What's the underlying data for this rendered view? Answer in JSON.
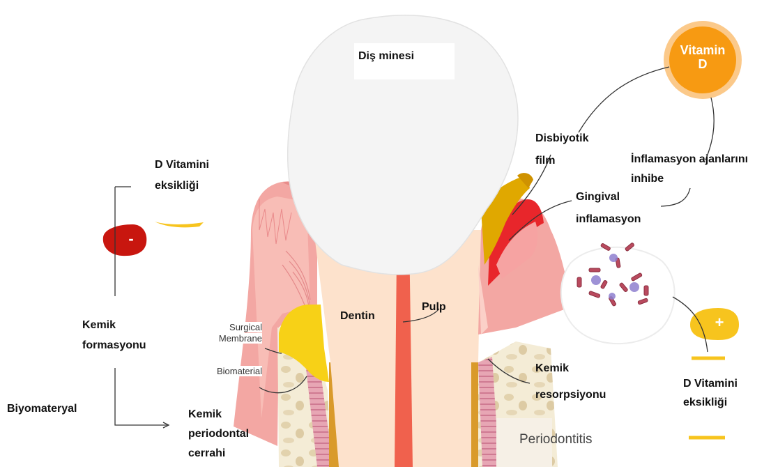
{
  "labels": {
    "enamel": "Diş minesi",
    "dentin": "Dentin",
    "pulp": "Pulp",
    "disbiyotik_1": "Disbiyotik",
    "disbiyotik_2": "film",
    "vitamin_1": "Vitamin",
    "vitamin_2": "D",
    "inflam_agents_1": "İnflamasyon ajanlarını",
    "inflam_agents_2": "inhibe",
    "gingival_1": "Gingival",
    "gingival_2": "inflamasyon",
    "kemik_res_1": "Kemik",
    "kemik_res_2": "resorpsiyonu",
    "dvit_left_1": "D Vitamini",
    "dvit_left_2": "eksikliği",
    "dvit_right_1": "D Vitamini",
    "dvit_right_2": "eksikliği",
    "kemik_form_1": "Kemik",
    "kemik_form_2": "formasyonu",
    "biyomateryal": "Biyomateryal",
    "kemik_perio_1": "Kemik",
    "kemik_perio_2": "periodontal",
    "kemik_perio_3": "cerrahi",
    "surgical_1": "Surgical",
    "surgical_2": "Membrane",
    "biomaterial": "Biomaterial",
    "periodontitis": "Periodontitis",
    "minus_sign": "-",
    "plus_sign": "+"
  },
  "colors": {
    "gum": "#f3a7a3",
    "gum_dark": "#e98c8a",
    "gum_inner": "#fbd0c8",
    "tooth_root": "#fde2cc",
    "enamel": "#f4f4f4",
    "pulp": "#f0614d",
    "bone": "#eee3c6",
    "membrane": "#f7d117",
    "plaque": "#e0a800",
    "inflamed": "#e8262b",
    "vitamin": "#f79a12",
    "red_blob": "#c8160f",
    "plus_circle": "#f7c41e"
  }
}
